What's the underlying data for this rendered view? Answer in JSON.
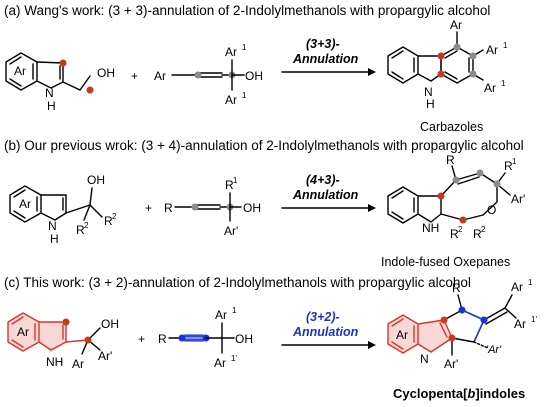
{
  "captions": {
    "a": "(a) Wang's work: (3 + 3)-annulation of 2-Indolylmethanols with propargylic alcohol",
    "b": "(b) Our previous wrok: (3 + 4)-annulation of 2-Indolylmethanols with propargylic alcohol",
    "c": "(c) This work: (3 + 2)-annulation of 2-Indolylmethanols with propargylic alcohol"
  },
  "arrows": {
    "a": {
      "line1": "(3+3)-",
      "line2": "Annulation"
    },
    "b": {
      "line1": "(4+3)-",
      "line2": "Annulation"
    },
    "c": {
      "line1": "(3+2)-",
      "line2": "Annulation"
    }
  },
  "products": {
    "a": "Carbazoles",
    "b": "Indole-fused Oxepanes",
    "c_pre": "Cyclopenta[",
    "c_ital": "b",
    "c_post": "]indoles"
  },
  "atoms": {
    "ar": "Ar",
    "oh": "OH",
    "n": "N",
    "h": "H",
    "nh": "NH",
    "o": "O",
    "r": "R",
    "r1": "R",
    "r2": "R",
    "plus": "+",
    "ar1": "Ar",
    "ar1p": "Ar",
    "arp": "Ar'",
    "arp_i": "'Ar'",
    "sup1": "1",
    "sup2": "2",
    "sup1p": "1'"
  },
  "colors": {
    "red_bond": "#e0322a",
    "red_dot": "#c8371f",
    "highlight": "#f6c9c9",
    "grey_dot": "#8c8c8c",
    "blue": "#1a33cc"
  }
}
